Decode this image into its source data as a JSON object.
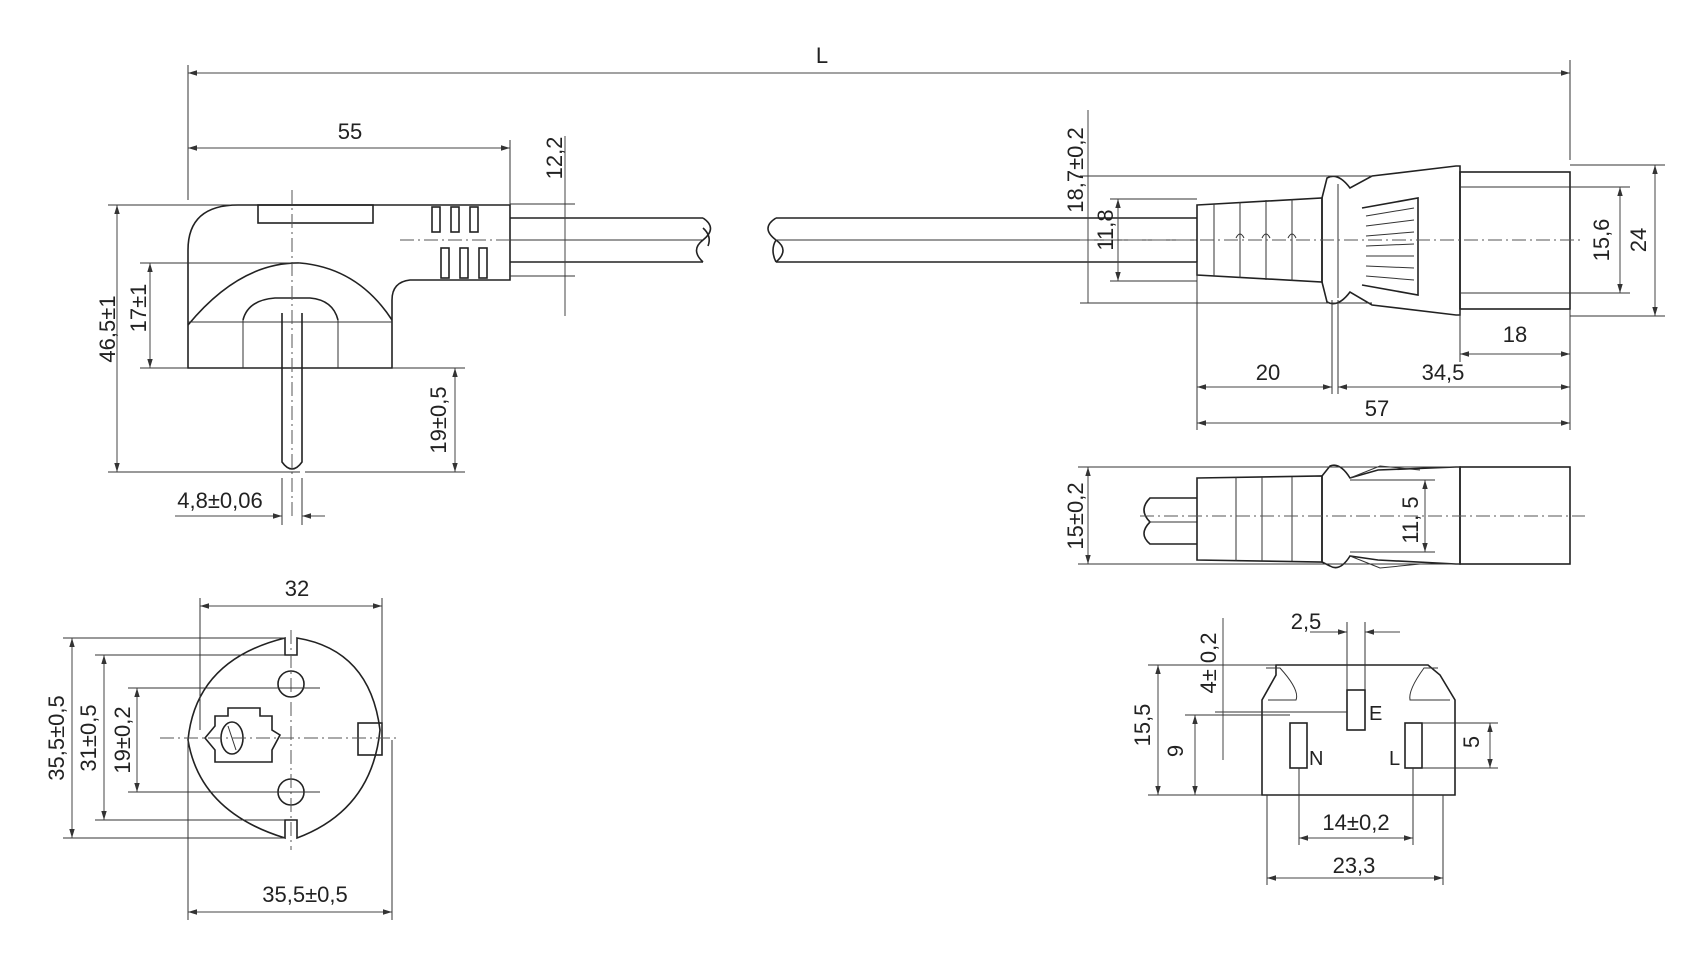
{
  "overall": {
    "length": "L"
  },
  "plug_side": {
    "length": "55",
    "cable_dia": "12,2",
    "height": "46,5±1",
    "pin_offset": "17±1",
    "pin_length": "19±0,5",
    "pin_dia": "4,8±0,06"
  },
  "plug_face": {
    "width": "32",
    "bottom_width": "35,5±0,5",
    "outer_height": "35,5±0,5",
    "inner_height": "31±0,5",
    "pin_spacing": "19±0,2"
  },
  "connector_side": {
    "outer": "18,7±0,2",
    "neck": "11,8",
    "inner": "15,6",
    "body": "24",
    "tail": "18",
    "grip": "20",
    "head": "34,5",
    "total": "57"
  },
  "connector_top": {
    "height": "15±0,2",
    "neck": "11, 5"
  },
  "connector_face": {
    "pin_width": "2,5",
    "earth_offset": "4± 0,2",
    "height": "15,5",
    "pin_height": "9",
    "slot": "5",
    "pin_spacing": "14±0,2",
    "width": "23,3",
    "pin_E": "E",
    "pin_N": "N",
    "pin_L": "L"
  }
}
